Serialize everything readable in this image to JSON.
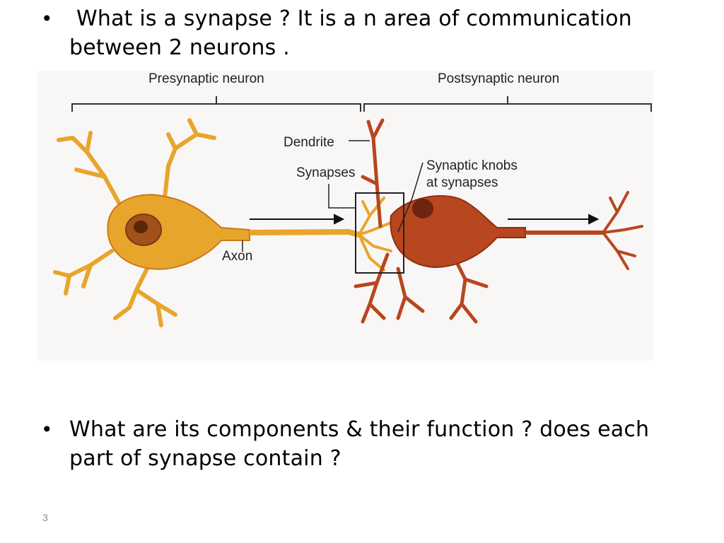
{
  "slide": {
    "page_number": "3",
    "bullets": [
      {
        "marker": "•",
        "text": "What is a synapse ? It is a n area of communication between 2 neurons  ."
      },
      {
        "marker": "•",
        "text": "What are its components & their function ? does each part of synapse contain ?"
      }
    ]
  },
  "diagram": {
    "headers": {
      "left": "Presynaptic neuron",
      "right": "Postsynaptic neuron"
    },
    "labels": {
      "dendrite": "Dendrite",
      "synapses": "Synapses",
      "knobs_line1": "Synaptic knobs",
      "knobs_line2": "at synapses",
      "axon": "Axon"
    },
    "colors": {
      "presynaptic_neuron": "#e8a52c",
      "presynaptic_dark": "#c9781a",
      "postsynaptic_neuron": "#b8461f",
      "postsynaptic_dark": "#8f2f14",
      "nucleus": "#8a3a12"
    }
  }
}
